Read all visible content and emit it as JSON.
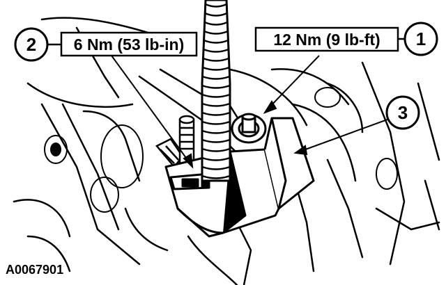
{
  "callouts": [
    {
      "number": "1",
      "torque": "12 Nm (9 lb-ft)"
    },
    {
      "number": "2",
      "torque": "6 Nm (53 lb-in)"
    },
    {
      "number": "3"
    }
  ],
  "figure_id": "A0067901",
  "colors": {
    "ink": "#000000",
    "paper": "#ffffff"
  }
}
